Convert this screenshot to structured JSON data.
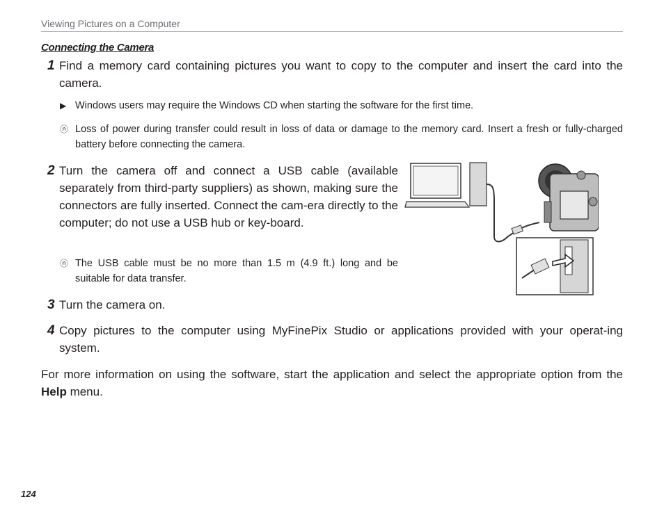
{
  "header": {
    "title": "Viewing Pictures on a Computer"
  },
  "section": {
    "title": "Connecting the Camera"
  },
  "steps": [
    {
      "num": "1",
      "text": "Find a memory card containing pictures you want to copy to the computer and insert the card into the camera."
    },
    {
      "num": "2",
      "text": "Turn the camera off and connect a USB cable (available separately from third-party suppliers) as shown, making sure the connectors are fully inserted.  Connect the cam-era directly to the computer; do not use a USB hub or key-board."
    },
    {
      "num": "3",
      "text": "Turn the camera on."
    },
    {
      "num": "4",
      "text": "Copy pictures to the computer using MyFinePix Studio or applications provided with your operat-ing system."
    }
  ],
  "notes": [
    {
      "icon": "note-icon",
      "text": "Windows users may require the Windows CD when starting the software for the first time."
    },
    {
      "icon": "caution-icon",
      "text": "Loss of power during transfer could result in loss of data or damage to the memory card.  Insert a fresh or fully-charged battery before connecting the camera."
    },
    {
      "icon": "caution-icon",
      "text": "The USB cable must be no more than 1.5 m (4.9 ft.) long and be suitable for data transfer."
    }
  ],
  "footer_para": {
    "before": "For more information on using the software, start the application and select the appropriate option from the ",
    "bold": "Help",
    "after": " menu."
  },
  "page": {
    "number": "124"
  }
}
